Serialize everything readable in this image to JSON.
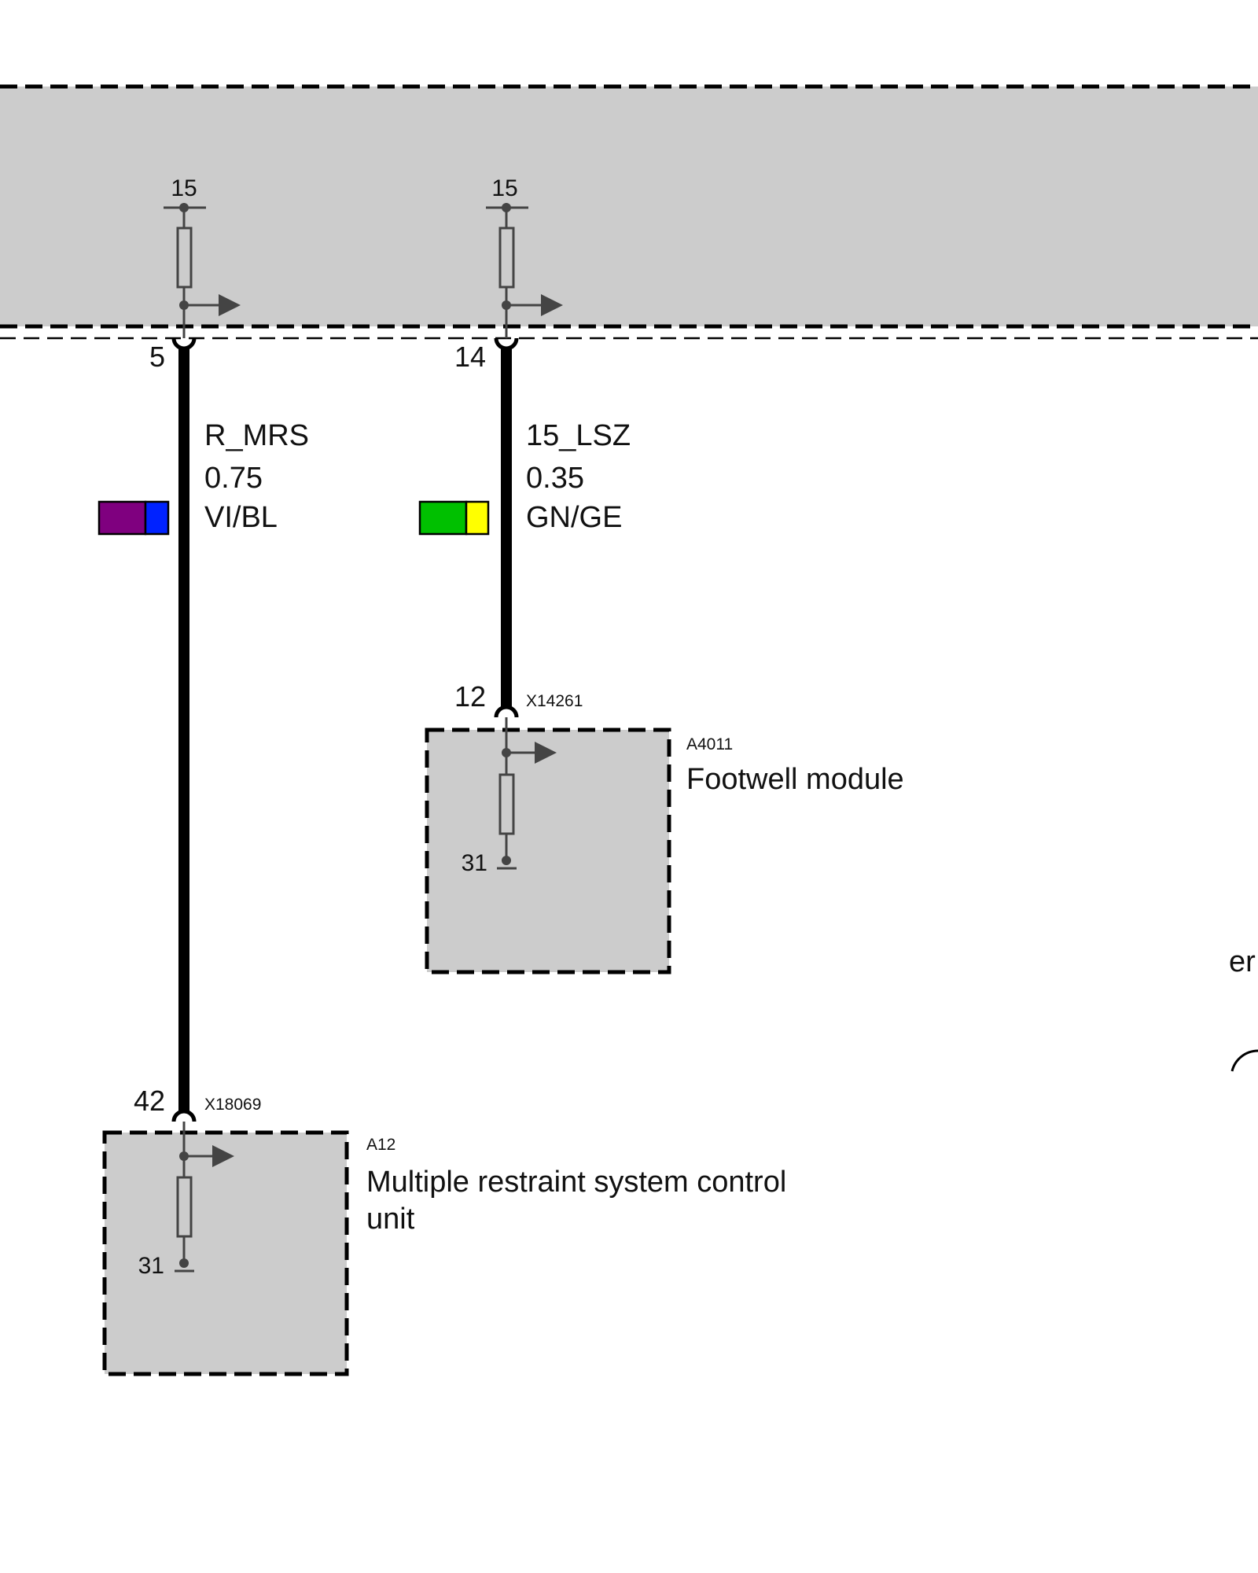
{
  "top_module": {
    "fuse_1_terminal": "15",
    "fuse_2_terminal": "15"
  },
  "wires": [
    {
      "pin_top": "5",
      "signal": "R_MRS",
      "cross_section": "0.75",
      "color_code": "VI/BL",
      "colors": [
        "#7f007f",
        "#0022ff"
      ],
      "pin_bottom": "42",
      "connector": "X18069"
    },
    {
      "pin_top": "14",
      "signal": "15_LSZ",
      "cross_section": "0.35",
      "color_code": "GN/GE",
      "colors": [
        "#00c000",
        "#ffff00"
      ],
      "pin_bottom": "12",
      "connector": "X14261"
    }
  ],
  "modules": {
    "footwell": {
      "id": "A4011",
      "name": "Footwell module",
      "ground_terminal": "31"
    },
    "restraint": {
      "id": "A12",
      "name_line1": "Multiple restraint system control",
      "name_line2": "unit",
      "ground_terminal": "31"
    }
  },
  "edge_fragment_text": "er",
  "colors": {
    "module_fill": "#cccccc",
    "wire": "#000000",
    "component": "#444444"
  }
}
